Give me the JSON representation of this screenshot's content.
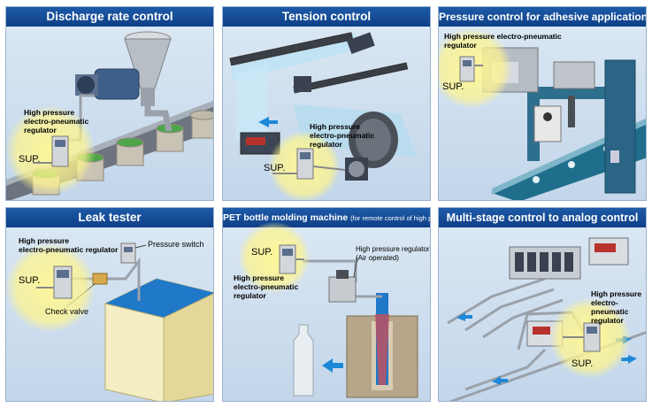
{
  "panels": {
    "discharge": {
      "title": "Discharge rate control",
      "regulator": "High pressure\nelectro-pneumatic\nregulator",
      "sup": "SUP."
    },
    "tension": {
      "title": "Tension control",
      "regulator": "High pressure\nelectro-pneumatic\nregulator",
      "sup": "SUP."
    },
    "adhesive": {
      "title": "Pressure control for adhesive application",
      "regulator": "High pressure electro-pneumatic\nregulator",
      "sup": "SUP."
    },
    "leak": {
      "title": "Leak tester",
      "regulator": "High pressure\nelectro-pneumatic regulator",
      "sup": "SUP.",
      "pressure_switch": "Pressure switch",
      "check_valve": "Check valve"
    },
    "pet": {
      "title": "PET bottle molding machine",
      "title_note": "(for remote control of high pressure regulator)",
      "sup": "SUP.",
      "regulator": "High pressure\nelectro-pneumatic\nregulator",
      "hp_regulator": "High pressure regulator\n(Air operated)"
    },
    "multistage": {
      "title": "Multi-stage control to analog control",
      "regulator": "High pressure\nelectro-pneumatic\nregulator",
      "sup": "SUP."
    }
  },
  "colors": {
    "header": "#0f3f86",
    "highlight": "#fff596",
    "accent_arrow": "#1e88d8"
  }
}
